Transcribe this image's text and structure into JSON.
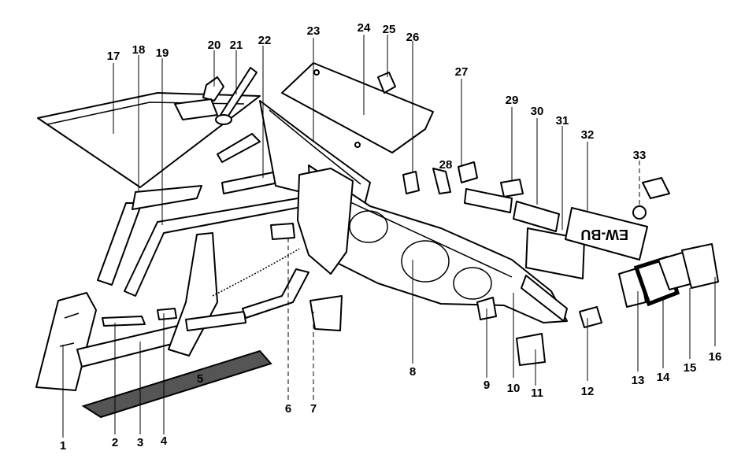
{
  "callouts": [
    "1",
    "2",
    "3",
    "4",
    "5",
    "6",
    "7",
    "8",
    "9",
    "10",
    "11",
    "12",
    "13",
    "14",
    "15",
    "16",
    "17",
    "18",
    "19",
    "20",
    "21",
    "22",
    "23",
    "24",
    "25",
    "26",
    "27",
    "28",
    "29",
    "30",
    "31",
    "32",
    "33"
  ],
  "plate_text": "EW-BU"
}
